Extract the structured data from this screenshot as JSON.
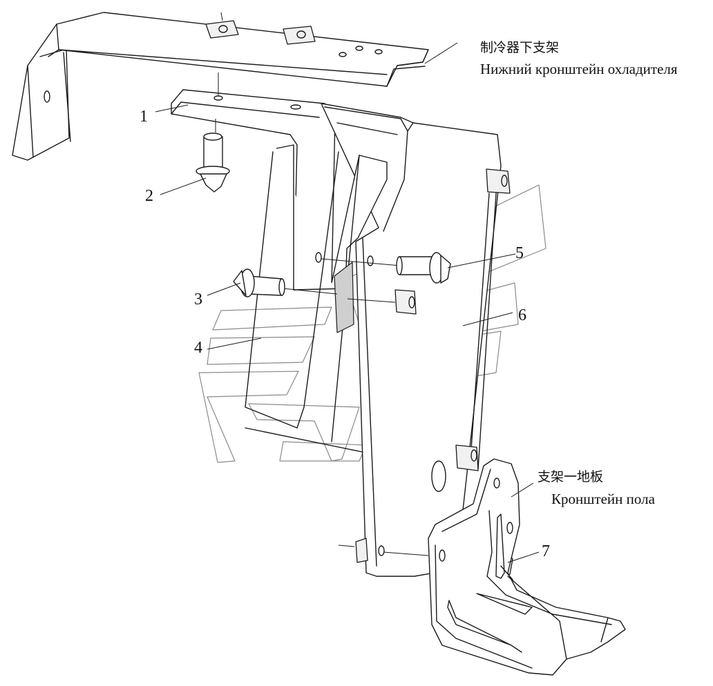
{
  "callouts": [
    "1",
    "2",
    "3",
    "4",
    "5",
    "6",
    "7"
  ],
  "labels": {
    "cooler_bracket_cn": "制冷器下支架",
    "cooler_bracket_ru": "Нижний кронштейн охладителя",
    "floor_bracket_cn": "支架一地板",
    "floor_bracket_ru": "Кронштейн пола"
  }
}
